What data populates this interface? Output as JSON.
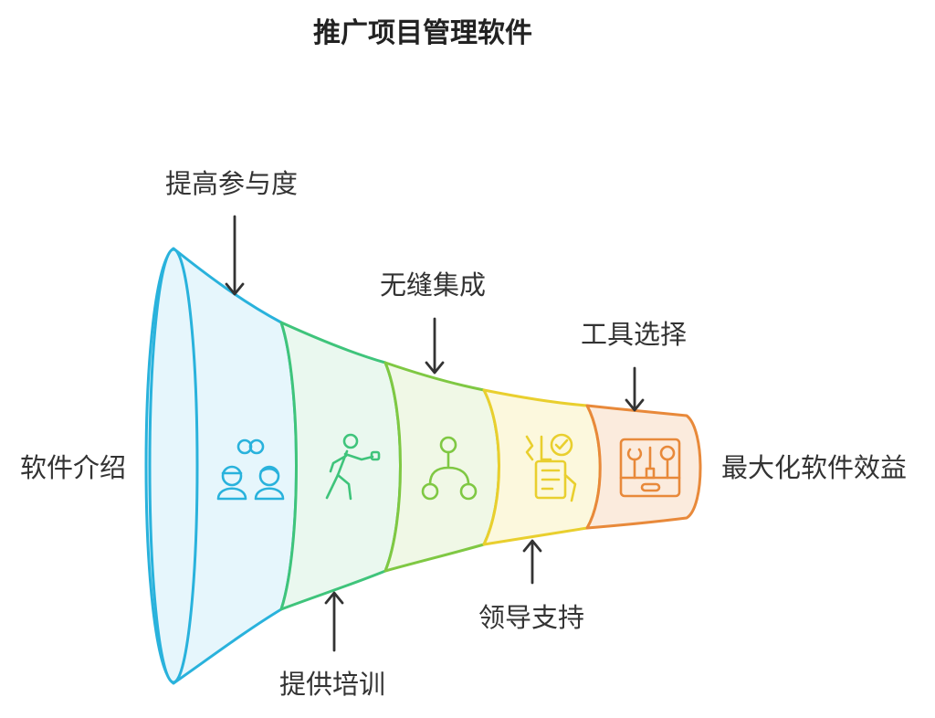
{
  "title": "推广项目管理软件",
  "stages": [
    {
      "name": "软件介绍",
      "icon": "community-engagement-icon",
      "color": "#29b2dc",
      "fill": "#e6f6fc"
    },
    {
      "name": "提供培训",
      "icon": "training-figure-icon",
      "color": "#3fc47b",
      "fill": "#eaf8ef"
    },
    {
      "name": "无缝集成",
      "icon": "network-integration-icon",
      "color": "#7fc843",
      "fill": "#f0f8e6"
    },
    {
      "name": "领导支持",
      "icon": "approval-checklist-icon",
      "color": "#e9cf2e",
      "fill": "#fcf8dd"
    },
    {
      "name": "工具选择",
      "icon": "toolbox-icon",
      "color": "#e8893a",
      "fill": "#fbebdd"
    }
  ],
  "callouts": {
    "left": "软件介绍",
    "top1": "提高参与度",
    "top2": "无缝集成",
    "top3": "工具选择",
    "bottom1": "提供培训",
    "bottom2": "领导支持",
    "right": "最大化软件效益"
  }
}
